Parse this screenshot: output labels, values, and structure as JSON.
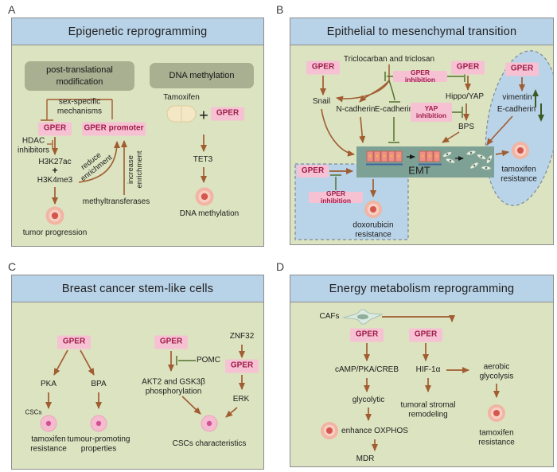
{
  "colors": {
    "header_blue": "#b8d2e7",
    "panel_green": "#dce3c0",
    "accent_pink": "#f6c2d3",
    "pink_text": "#9f1c4a",
    "arrow_brown": "#a15c31",
    "inhibit_green": "#55732f",
    "emt_teal": "#7da195",
    "region_blue": "#b9d3e8",
    "cell_salmon": "#f2b4a3",
    "cell_nucleus_red": "#d3574d",
    "csc_pink": "#f5bccf",
    "gray_box": "#a9b091"
  },
  "panel_a": {
    "letter": "A",
    "title": "Epigenetic reprogramming",
    "ptm_box": "post-translational modification",
    "dna_box": "DNA methylation",
    "sex_specific": "sex-specific mechanisms",
    "gper": "GPER",
    "gper_promoter": "GPER promoter",
    "hdac": "HDAC inhibitors",
    "h3k27ac": "H3K27ac",
    "plus": "+",
    "h3k4me3": "H3K4me3",
    "reduce": "reduce enrichment",
    "increase": "increase enrichment",
    "methyltransferases": "methyltransferases",
    "tumor_progression": "tumor progression",
    "tamoxifen": "Tamoxifen",
    "gper2": "GPER",
    "tet3": "TET3",
    "dna_methylation": "DNA methylation"
  },
  "panel_b": {
    "letter": "B",
    "title": "Epithelial to mesenchymal transition",
    "gper_left": "GPER",
    "triclocarban": "Triclocarban and triclosan",
    "gper_inhibition": "GPER inhibition",
    "gper_top_right": "GPER",
    "snail": "Snail",
    "n_cadherin": "N-cadherin",
    "e_cadherin": "E-cadherin",
    "yap_inhibition": "YAP inhibition",
    "hippo_yap": "Hippo/YAP",
    "bps": "BPS",
    "gper_ellipse": "GPER",
    "vimentin": "vimentin",
    "e_cadherin_2": "E-cadherin",
    "emt": "EMT",
    "gper_bottom": "GPER",
    "gper_inhibition_2": "GPER inhibition",
    "doxorubicin_resistance": "doxorubicin resistance",
    "tamoxifen_resistance": "tamoxifen resistance"
  },
  "panel_c": {
    "letter": "C",
    "title": "Breast cancer stem-like cells",
    "gper_1": "GPER",
    "gper_2": "GPER",
    "gper_3": "GPER",
    "pka": "PKA",
    "bpa": "BPA",
    "cscs": "CSCs",
    "tamoxifen_resistance": "tamoxifen resistance",
    "tumour_promoting": "tumour-promoting properties",
    "pomc": "POMC",
    "akt2_gsk3b": "AKT2 and GSK3β phosphorylation",
    "znf32": "ZNF32",
    "erk": "ERK",
    "cscs_characteristics": "CSCs characteristics"
  },
  "panel_d": {
    "letter": "D",
    "title": "Energy metabolism reprogramming",
    "cafs": "CAFs",
    "gper_1": "GPER",
    "gper_2": "GPER",
    "camp_pka_creb": "cAMP/PKA/CREB",
    "glycolytic": "glycolytic",
    "enhance_oxphos": "enhance OXPHOS",
    "mdr": "MDR",
    "hif1a": "HIF-1α",
    "aerobic_glycolysis": "aerobic glycolysis",
    "tumoral_stromal": "tumoral stromal remodeling",
    "tamoxifen_resistance": "tamoxifen resistance"
  }
}
